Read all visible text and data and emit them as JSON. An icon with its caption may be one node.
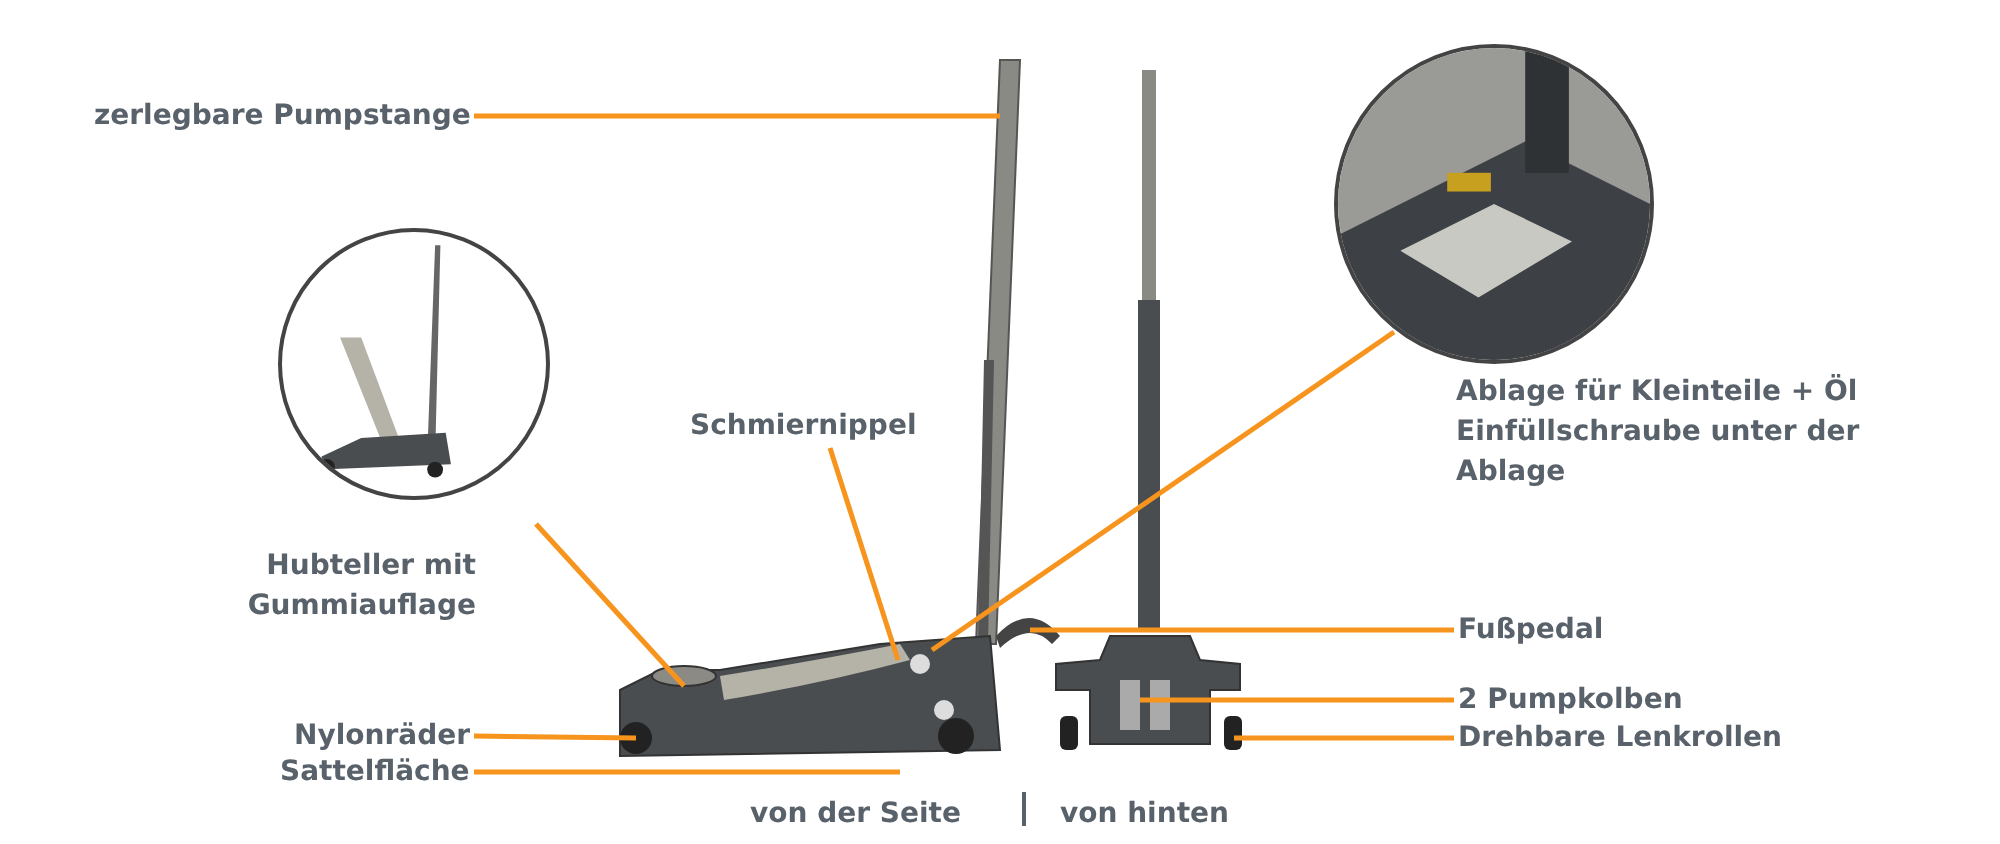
{
  "diagram": {
    "nodes": [
      {
        "text": [
          "zerlegbare Pumpstange"
        ]
      },
      {
        "text": [],
        "shape": "picture",
        "beside": [
          "Hubteller mit Gummiauflage"
        ]
      },
      {
        "text": [
          "Schmiernippel"
        ]
      },
      {
        "text": [],
        "shape": "picture",
        "beside": [
          "Ablage für Kleinteile + Öl Einfüllschraube unter der Ablage"
        ]
      },
      {
        "text": [
          "Fußpedal"
        ]
      },
      {
        "text": [
          "2 Pumpkolben"
        ]
      },
      {
        "text": [
          "Drehbare Lenkrollen"
        ]
      },
      {
        "text": [
          "Nylonräder"
        ]
      },
      {
        "text": [
          "Sattelfläche"
        ]
      }
    ],
    "edges": [
      {
        "from": 0,
        "to": null,
        "arrow": "none"
      },
      {
        "from": 1,
        "to": null,
        "arrow": "none"
      },
      {
        "from": 2,
        "to": null,
        "arrow": "none"
      },
      {
        "from": 3,
        "to": null,
        "arrow": "none"
      },
      {
        "from": 4,
        "to": null,
        "arrow": "none"
      },
      {
        "from": 5,
        "to": null,
        "arrow": "none"
      },
      {
        "from": 6,
        "to": null,
        "arrow": "none"
      },
      {
        "from": 7,
        "to": null,
        "arrow": "none"
      },
      {
        "from": 8,
        "to": null,
        "arrow": "none"
      }
    ],
    "labels": [
      "von der Seite",
      "von hinten"
    ]
  }
}
